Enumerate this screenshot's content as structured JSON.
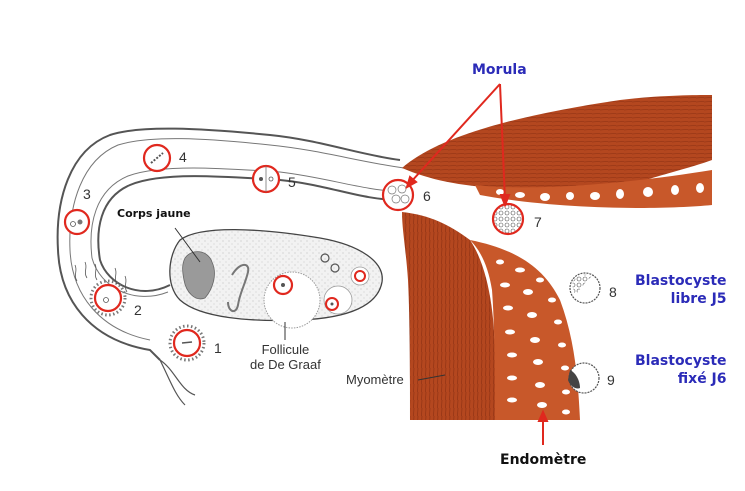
{
  "title": "Trajet de l'oeuf : de la fécondation à la nidation",
  "stages": [
    {
      "number": "1"
    },
    {
      "number": "2"
    },
    {
      "number": "3"
    },
    {
      "number": "4"
    },
    {
      "number": "5"
    },
    {
      "number": "6"
    },
    {
      "number": "7"
    },
    {
      "number": "8"
    },
    {
      "number": "9"
    }
  ],
  "labels": {
    "morula": "Morula",
    "corps_jaune": "Corps jaune",
    "follicule_line1": "Follicule",
    "follicule_line2": "de De Graaf",
    "myometre": "Myomètre",
    "endometre": "Endomètre",
    "blasto_libre_line1": "Blastocyste",
    "blasto_libre_line2": "libre J5",
    "blasto_fixe_line1": "Blastocyste",
    "blasto_fixe_line2": "fixé J6"
  },
  "colors": {
    "annotation_red": "#e0281e",
    "annotation_blue": "#2b2bb8",
    "uterus_muscle": "#b4471f",
    "endometrium": "#c8582a"
  }
}
